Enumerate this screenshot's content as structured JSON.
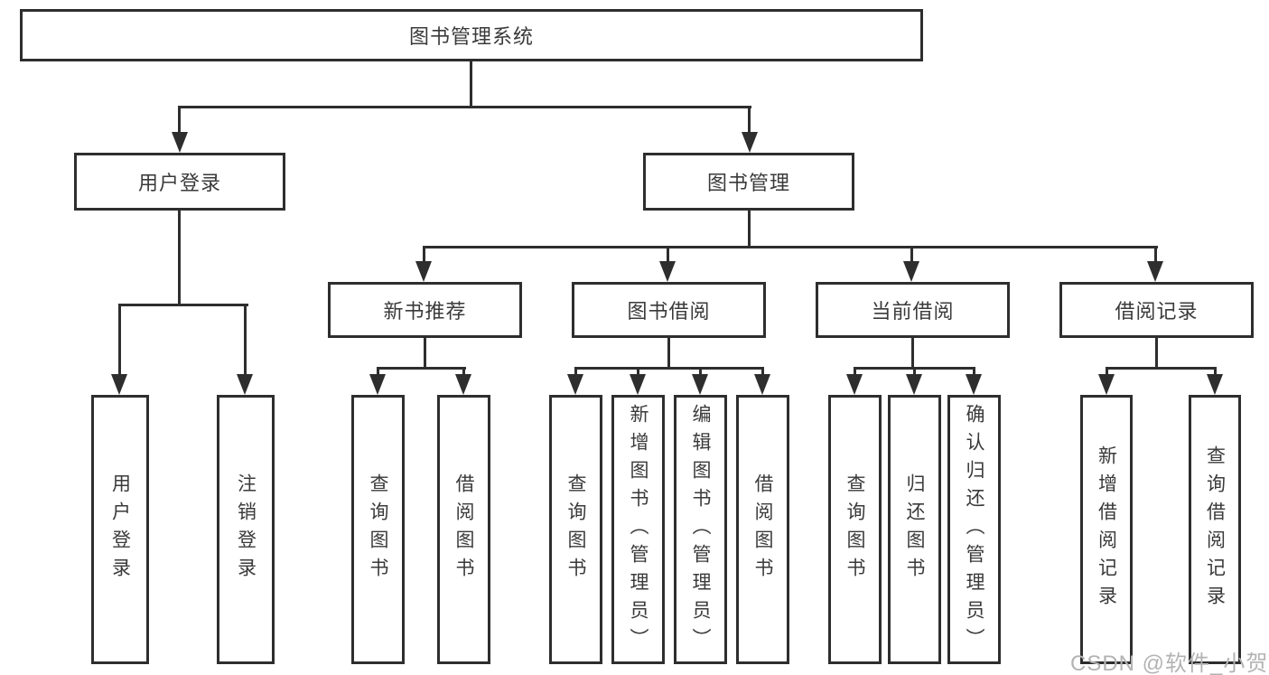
{
  "tree": {
    "root": {
      "label": "图书管理系统",
      "children": [
        {
          "label": "用户登录",
          "children": [
            {
              "label": "用户登录"
            },
            {
              "label": "注销登录"
            }
          ]
        },
        {
          "label": "图书管理",
          "children": [
            {
              "label": "新书推荐",
              "children": [
                {
                  "label": "查询图书"
                },
                {
                  "label": "借阅图书"
                }
              ]
            },
            {
              "label": "图书借阅",
              "children": [
                {
                  "label": "查询图书"
                },
                {
                  "label": "新增图书（管理员）"
                },
                {
                  "label": "编辑图书（管理员）"
                },
                {
                  "label": "借阅图书"
                }
              ]
            },
            {
              "label": "当前借阅",
              "children": [
                {
                  "label": "查询图书"
                },
                {
                  "label": "归还图书"
                },
                {
                  "label": "确认归还（管理员）"
                }
              ]
            },
            {
              "label": "借阅记录",
              "children": [
                {
                  "label": "新增借阅记录"
                },
                {
                  "label": "查询借阅记录"
                }
              ]
            }
          ]
        }
      ]
    }
  },
  "watermark": {
    "text": "CSDN @软件_小贺同学"
  },
  "colors": {
    "line": "#2e2e2e",
    "text": "#3a3a3a",
    "watermark": "#b3b3b3",
    "background": "#ffffff"
  }
}
